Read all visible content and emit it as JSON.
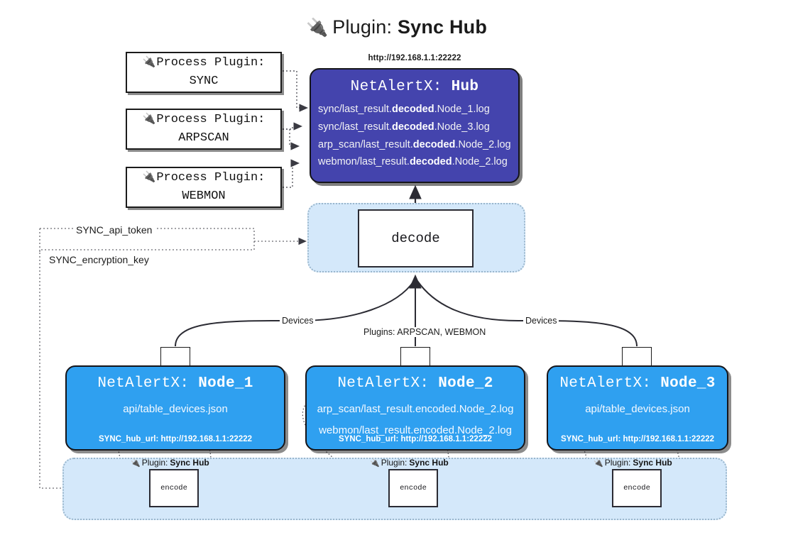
{
  "title": {
    "icon": "plug-icon",
    "glyph": "🔌",
    "prefix": "Plugin: ",
    "name": "Sync Hub"
  },
  "process_plugins": [
    {
      "icon": "plug-icon",
      "glyph": "🔌",
      "line1": "Process Plugin:",
      "line2": "SYNC"
    },
    {
      "icon": "plug-icon",
      "glyph": "🔌",
      "line1": "Process Plugin:",
      "line2": "ARPSCAN"
    },
    {
      "icon": "plug-icon",
      "glyph": "🔌",
      "line1": "Process Plugin:",
      "line2": "WEBMON"
    }
  ],
  "hub": {
    "url": "http://192.168.1.1:22222",
    "title_prefix": "NetAlertX: ",
    "title_name": "Hub",
    "fill": "#4444ad",
    "rows": [
      {
        "pre": "sync/last_result.",
        "strong": "decoded",
        "post": ".Node_1.log"
      },
      {
        "pre": "sync/last_result.",
        "strong": "decoded",
        "post": ".Node_3.log"
      },
      {
        "pre": "arp_scan/last_result.",
        "strong": "decoded",
        "post": ".Node_2.log"
      },
      {
        "pre": "webmon/last_result.",
        "strong": "decoded",
        "post": ".Node_2.log"
      }
    ]
  },
  "decode": {
    "label": "decode",
    "group_fill": "#d4e8fa"
  },
  "tokens": [
    {
      "label": "SYNC_api_token"
    },
    {
      "label": "SYNC_encryption_key"
    }
  ],
  "edge_labels": {
    "devices_left": "Devices",
    "plugins_center": "Plugins: ARPSCAN, WEBMON",
    "devices_right": "Devices"
  },
  "nodes": [
    {
      "title_prefix": "NetAlertX: ",
      "title_name": "Node_1",
      "fill": "#2fa0f0",
      "lines": [
        {
          "pre": "api/table_devices.json",
          "strong": "",
          "post": ""
        }
      ],
      "foot": "SYNC_hub_url: http://192.168.1.1:22222",
      "icon": "envelope-icon"
    },
    {
      "title_prefix": "NetAlertX: ",
      "title_name": "Node_2",
      "fill": "#2fa0f0",
      "lines": [
        {
          "pre": "arp_scan/last_result.encoded.Node_2.log",
          "strong": "",
          "post": ""
        },
        {
          "pre": "webmon/last_result.encoded.Node_2.log",
          "strong": "",
          "post": ""
        }
      ],
      "foot": "SYNC_hub_url: http://192.168.1.1:22222",
      "icon": "envelope-icon"
    },
    {
      "title_prefix": "NetAlertX: ",
      "title_name": "Node_3",
      "fill": "#2fa0f0",
      "lines": [
        {
          "pre": "api/table_devices.json",
          "strong": "",
          "post": ""
        }
      ],
      "foot": "SYNC_hub_url: http://192.168.1.1:22222",
      "icon": "envelope-icon"
    }
  ],
  "encoders": [
    {
      "caption_icon": "plug-icon",
      "glyph": "🔌",
      "caption_prefix": "Plugin: ",
      "caption_name": "Sync Hub",
      "label": "encode"
    },
    {
      "caption_icon": "plug-icon",
      "glyph": "🔌",
      "caption_prefix": "Plugin: ",
      "caption_name": "Sync Hub",
      "label": "encode"
    },
    {
      "caption_icon": "plug-icon",
      "glyph": "🔌",
      "caption_prefix": "Plugin: ",
      "caption_name": "Sync Hub",
      "label": "encode"
    }
  ],
  "colors": {
    "hub_purple": "#4444ad",
    "node_blue": "#2fa0f0",
    "panel_light_blue": "#d4e8fa",
    "stroke_dark": "#1b1b1b",
    "dotted_border": "#9ab6cc"
  }
}
